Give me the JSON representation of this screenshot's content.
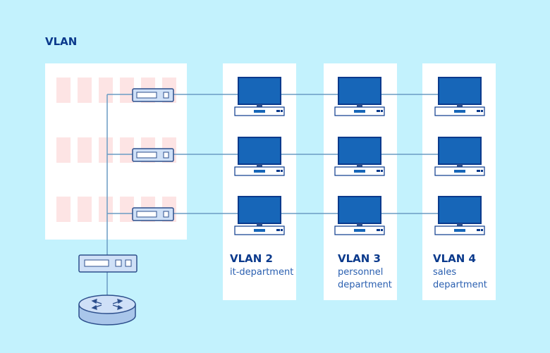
{
  "title": "VLAN",
  "vlans": [
    {
      "name": "VLAN 2",
      "desc_lines": [
        "it-department"
      ]
    },
    {
      "name": "VLAN 3",
      "desc_lines": [
        "personnel",
        "department"
      ]
    },
    {
      "name": "VLAN 4",
      "desc_lines": [
        "sales",
        "department"
      ]
    }
  ],
  "colors": {
    "background": "#c3f2fd",
    "panel": "#ffffff",
    "accent": "#0b3a8c",
    "device_fill": "#cfe0f7",
    "device_stroke": "#2d4f8c",
    "screen": "#1766b8",
    "link": "#6a9bc4",
    "stripe": "#fde4e4"
  },
  "icons": [
    "switch-icon",
    "computer-icon",
    "router-icon"
  ]
}
